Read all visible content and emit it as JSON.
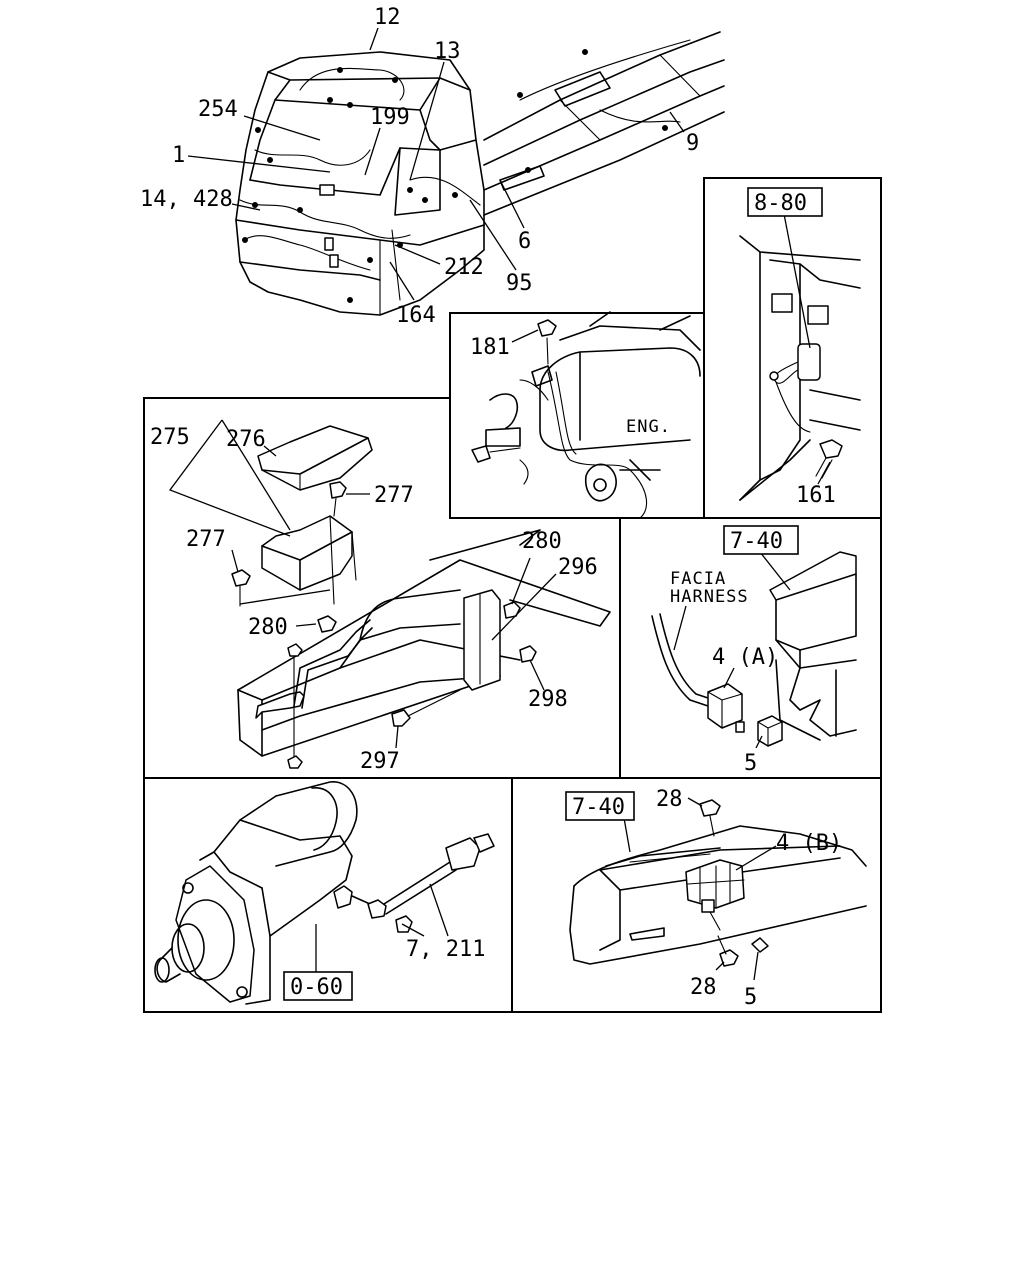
{
  "cab_overview": {
    "labels": {
      "c12": "12",
      "c13": "13",
      "c254": "254",
      "c199": "199",
      "c1": "1",
      "c14_428": "14, 428",
      "c9": "9",
      "c6": "6",
      "c212": "212",
      "c95": "95",
      "c164": "164"
    }
  },
  "engine_panel": {
    "labels": {
      "c181": "181"
    },
    "eng_text": "ENG."
  },
  "bracket_panel": {
    "ref": "8-80",
    "labels": {
      "c161": "161"
    }
  },
  "fuse_panel": {
    "labels": {
      "c275": "275",
      "c276": "276",
      "c277_a": "277",
      "c277_b": "277",
      "c280_a": "280",
      "c280_b": "280",
      "c296": "296",
      "c298": "298",
      "c297": "297"
    }
  },
  "facia_panel": {
    "ref": "7-40",
    "note_line1": "FACIA",
    "note_line2": "HARNESS",
    "labels": {
      "c4a": "4 (A)",
      "c5": "5"
    }
  },
  "starter_panel": {
    "ref": "0-60",
    "labels": {
      "c7_211": "7, 211"
    }
  },
  "dash_panel": {
    "ref": "7-40",
    "labels": {
      "c28_a": "28",
      "c28_b": "28",
      "c4b": "4 (B)",
      "c5": "5"
    }
  }
}
